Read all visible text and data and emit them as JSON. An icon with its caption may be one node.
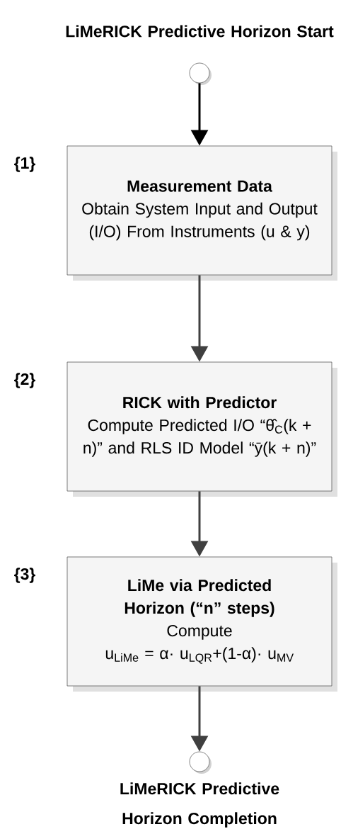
{
  "diagram": {
    "nodes": [
      {
        "text": [],
        "shape": "circle",
        "beside": [
          "LiMeRICK Predictive Horizon Start"
        ]
      },
      {
        "text": [
          "Measurement Data",
          "Obtain System Input and Output (I/O) From Instruments (u & y)"
        ],
        "beside": [
          "{1}"
        ]
      },
      {
        "text": [
          "RICK with Predictor",
          "Compute Predicted I/O “θ̂$_{C}$(k + n)” and RLS ID Model “ȳ(k + n)”"
        ],
        "beside": [
          "{2}"
        ]
      },
      {
        "text": [
          "LiMe via Predicted Horizon (“n” steps)",
          "Compute",
          "u$_{LiMe}$ = α· u$_{LQR}$+(1-α)· u$_{MV}$"
        ],
        "beside": [
          "{3}"
        ]
      },
      {
        "text": [],
        "shape": "circle",
        "beside": [
          "LiMeRICK Predictive Horizon Completion"
        ]
      }
    ],
    "edges": [
      {
        "from": 0,
        "to": 1,
        "arrow": "to",
        "color": "#000000"
      },
      {
        "from": 1,
        "to": 2,
        "arrow": "to"
      },
      {
        "from": 2,
        "to": 3,
        "arrow": "to"
      },
      {
        "from": 3,
        "to": 4,
        "arrow": "to"
      }
    ]
  }
}
